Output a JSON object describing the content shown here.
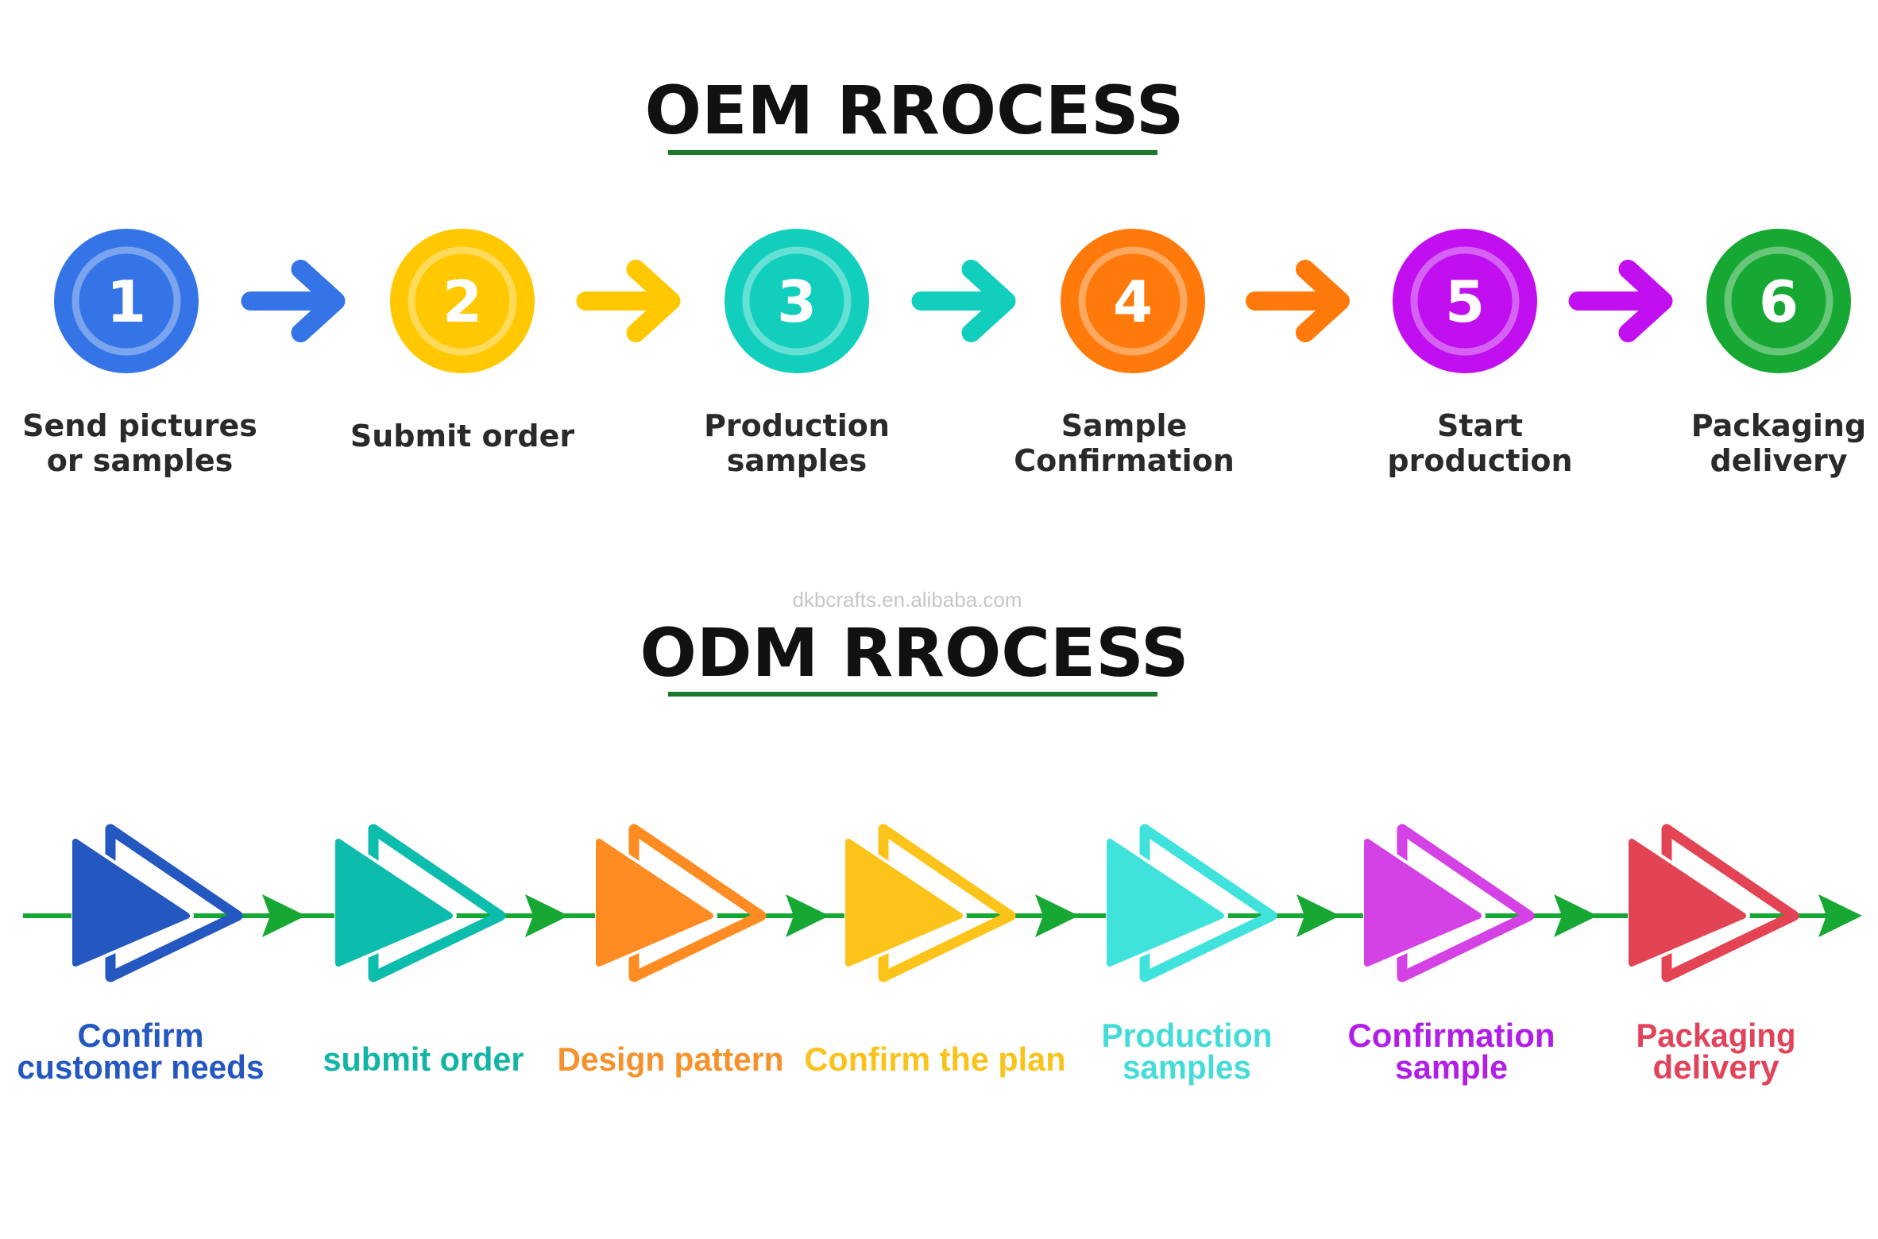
{
  "watermark": "dkbcrafts.en.alibaba.com",
  "oem": {
    "title": "OEM RROCESS",
    "underline_color": "#1a7a2a",
    "steps": [
      {
        "number": "1",
        "label_lines": [
          "Send pictures",
          "or samples"
        ],
        "color": "#3574e6"
      },
      {
        "number": "2",
        "label_lines": [
          "Submit order"
        ],
        "color": "#ffc800"
      },
      {
        "number": "3",
        "label_lines": [
          "Production",
          "samples"
        ],
        "color": "#12cfbd"
      },
      {
        "number": "4",
        "label_lines": [
          "Sample",
          "Confirmation"
        ],
        "color": "#ff7a0a"
      },
      {
        "number": "5",
        "label_lines": [
          "Start",
          "production"
        ],
        "color": "#c10ff0"
      },
      {
        "number": "6",
        "label_lines": [
          "Packaging",
          "delivery"
        ],
        "color": "#16a832"
      }
    ]
  },
  "odm": {
    "title": "ODM RROCESS",
    "underline_color": "#1a7a2a",
    "line_color": "#16a832",
    "steps": [
      {
        "label_lines": [
          "Confirm",
          "customer needs"
        ],
        "color": "#2557c0",
        "text_color": "#2457c0"
      },
      {
        "label_lines": [
          "submit order"
        ],
        "color": "#0cbcad",
        "text_color": "#12b5a5"
      },
      {
        "label_lines": [
          "Design pattern"
        ],
        "color": "#ff8c22",
        "text_color": "#f5922b"
      },
      {
        "label_lines": [
          "Confirm the plan"
        ],
        "color": "#fcc41a",
        "text_color": "#f9c31c"
      },
      {
        "label_lines": [
          "Production",
          "samples"
        ],
        "color": "#40e3dc",
        "text_color": "#45dcd8"
      },
      {
        "label_lines": [
          "Confirmation",
          "sample"
        ],
        "color": "#d442e6",
        "text_color": "#b11ee6"
      },
      {
        "label_lines": [
          "Packaging",
          "delivery"
        ],
        "color": "#e34454",
        "text_color": "#e0435a"
      }
    ]
  }
}
